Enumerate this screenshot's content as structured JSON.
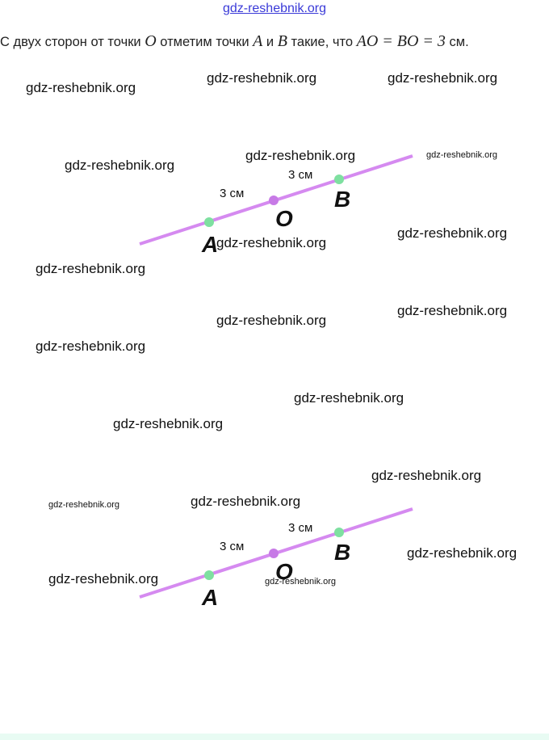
{
  "header": {
    "watermark": "gdz-reshebnik.org"
  },
  "task": {
    "t1": "С двух сторон от точки ",
    "O": "O",
    "t2": " отметим точки ",
    "A": "A",
    "t3": " и ",
    "B": "B",
    "t4": " такие, что ",
    "eq": "AO = BO = 3",
    "t5": " см."
  },
  "figure": {
    "label_a": "A",
    "label_o": "O",
    "label_b": "B",
    "seg1": "3 см",
    "seg2": "3 см",
    "colors": {
      "line": "#d58af0",
      "endpoint": "#7ee0a0",
      "center": "#c77ae6"
    }
  },
  "watermarks": [
    "gdz-reshebnik.org",
    "gdz-reshebnik.org",
    "gdz-reshebnik.org",
    "gdz-reshebnik.org",
    "gdz-reshebnik.org",
    "gdz-reshebnik.org",
    "gdz-reshebnik.org",
    "gdz-reshebnik.org",
    "gdz-reshebnik.org",
    "gdz-reshebnik.org",
    "gdz-reshebnik.org",
    "gdz-reshebnik.org",
    "gdz-reshebnik.org",
    "gdz-reshebnik.org",
    "gdz-reshebnik.org",
    "gdz-reshebnik.org",
    "gdz-reshebnik.org",
    "gdz-reshebnik.org",
    "gdz-reshebnik.org",
    "gdz-reshebnik.org"
  ]
}
